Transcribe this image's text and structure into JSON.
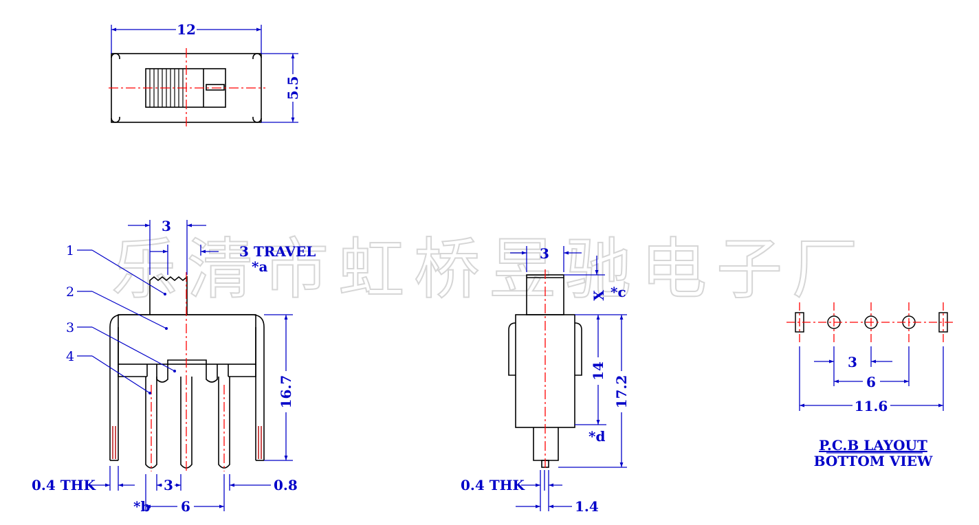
{
  "watermark": "乐清市虹桥昱驰电子厂",
  "colors": {
    "outline": "#000000",
    "dimension": "#0000c8",
    "centerline": "#ff0000",
    "terminal": "#b40000",
    "watermark": "#d8d8d8"
  },
  "top_view": {
    "width_dim": "12",
    "height_dim": "5.5"
  },
  "front_view": {
    "actuator_dim": "3",
    "travel_note": "3  TRAVEL",
    "note_a": "*a",
    "callouts": [
      "1",
      "2",
      "3",
      "4"
    ],
    "height_dim": "16.7",
    "thickness_label": "0.4  THK",
    "pitch_dim": "3",
    "span_dim": "6",
    "pin_width_dim": "0.8",
    "note_b": "*b"
  },
  "side_view": {
    "actuator_dim": "3",
    "x_label": "X",
    "note_c": "*c",
    "body_dim": "14",
    "height_dim": "17.2",
    "note_d": "*d",
    "thickness_label": "0.4  THK",
    "pin_dim": "1.4"
  },
  "pcb_layout": {
    "pitch_dim": "3",
    "span_dim": "6",
    "total_dim": "11.6",
    "title_line1": "P.C.B  LAYOUT",
    "title_line2": "BOTTOM  VIEW"
  }
}
